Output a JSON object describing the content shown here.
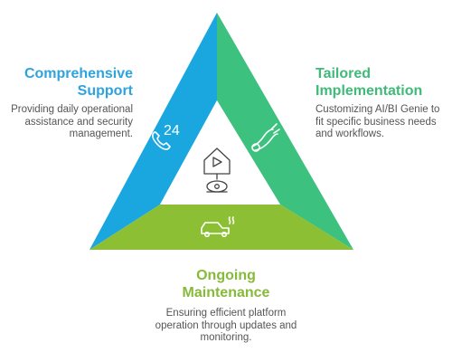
{
  "sections": {
    "support": {
      "title": "Comprehensive\nSupport",
      "description": "Providing daily operational assistance and security management.",
      "color": "#1aa7e0",
      "icon": "phone-24-icon"
    },
    "implementation": {
      "title": "Tailored\nImplementation",
      "description": "Customizing AI/BI Genie to fit specific business needs and workflows.",
      "color": "#3cc17e",
      "icon": "tool-icon"
    },
    "maintenance": {
      "title": "Ongoing\nMaintenance",
      "description": "Ensuring efficient platform operation through updates and monitoring.",
      "color": "#8cbf34",
      "icon": "car-maintenance-icon"
    }
  },
  "center": {
    "icon": "home-play-eye-icon"
  }
}
